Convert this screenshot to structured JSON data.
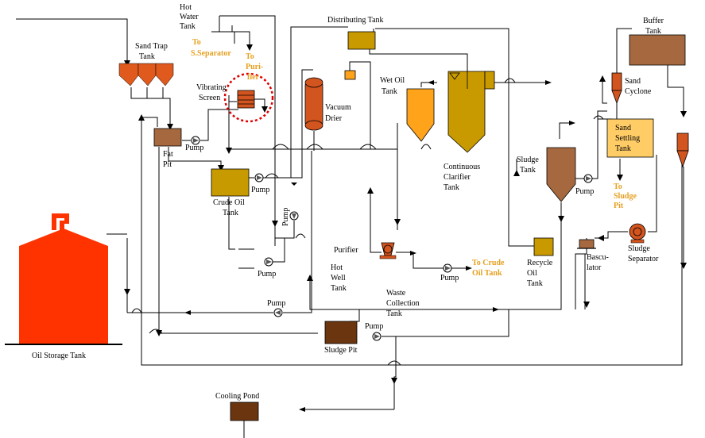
{
  "labels": {
    "hot_water_tank": [
      "Hot",
      "Water",
      "Tank"
    ],
    "to_s_separator": [
      "To",
      "S.Separator"
    ],
    "to_purifier": [
      "To",
      "Puri-",
      "fier"
    ],
    "sand_trap_tank": [
      "Sand Trap",
      "Tank"
    ],
    "vibrating_screen": [
      "Vibrating",
      "Screen"
    ],
    "distributing_tank": "Distributing Tank",
    "buffer_tank": [
      "Buffer",
      "Tank"
    ],
    "sand_cyclone": [
      "Sand",
      "Cyclone"
    ],
    "wet_oil_tank": [
      "Wet Oil",
      "Tank"
    ],
    "vacuum_drier": [
      "Vacuum",
      "Drier"
    ],
    "fat_pit": [
      "Fat",
      "Pit"
    ],
    "pump_fat": "Pump",
    "sand_settling_tank": [
      "Sand",
      "Settling",
      "Tank"
    ],
    "to_sludge_pit": [
      "To",
      "Sludge",
      "Pit"
    ],
    "continuous_clarifier_tank": [
      "Continuous",
      "Clarifier",
      "Tank"
    ],
    "sludge_tank": [
      "Sludge",
      "Tank"
    ],
    "pump_sludge": "Pump",
    "crude_oil_tank": [
      "Crude Oil",
      "Tank"
    ],
    "pump_crude": "Pump",
    "pump_vertical": "Pump",
    "purifier": "Purifier",
    "to_crude_oil_tank": [
      "To Crude",
      "Oil Tank"
    ],
    "pump_purifier": "Pump",
    "recycle_oil_tank": [
      "Recycle",
      "Oil",
      "Tank"
    ],
    "basculator": [
      "Bascu-",
      "lator"
    ],
    "sludge_separator": [
      "Sludge",
      "Separator"
    ],
    "pump_hotwell": "Pump",
    "hot_well_tank": [
      "Hot",
      "Well",
      "Tank"
    ],
    "waste_collection_tank": [
      "Waste",
      "Collection",
      "Tank"
    ],
    "pump_return": "Pump",
    "pump_sludgepit": "Pump",
    "sludge_pit": "Sludge Pit",
    "oil_storage_tank": "Oil Storage Tank",
    "cooling_pond": "Cooling Pond"
  },
  "colors": {
    "oil_storage": "#ff3300",
    "sand_trap": "#e05a1e",
    "vessel_orange_dark": "#d2541e",
    "clarifier": "#c99a00",
    "crude_oil": "#c79b00",
    "wet_oil": "#ffa31a",
    "brown": "#a6693f",
    "dark_brown": "#6b3510",
    "sand_settling": "#ffcc66",
    "highlight_circle": "#e00000",
    "orange_text": "#e6a020"
  }
}
